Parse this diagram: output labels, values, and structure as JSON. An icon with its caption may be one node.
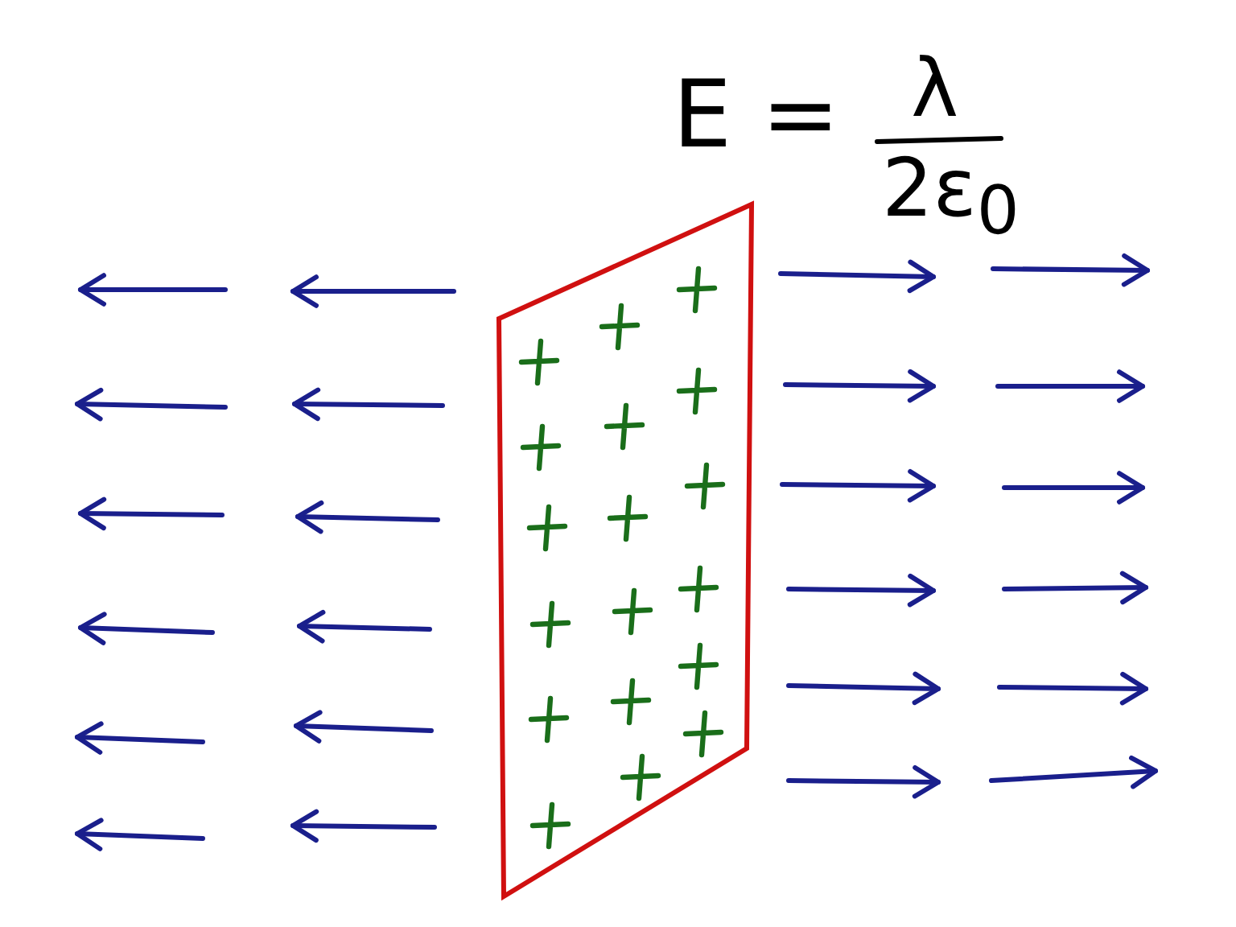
{
  "diagram": {
    "labels": [
      "E =",
      "λ",
      "2ε$_{0}$"
    ]
  }
}
